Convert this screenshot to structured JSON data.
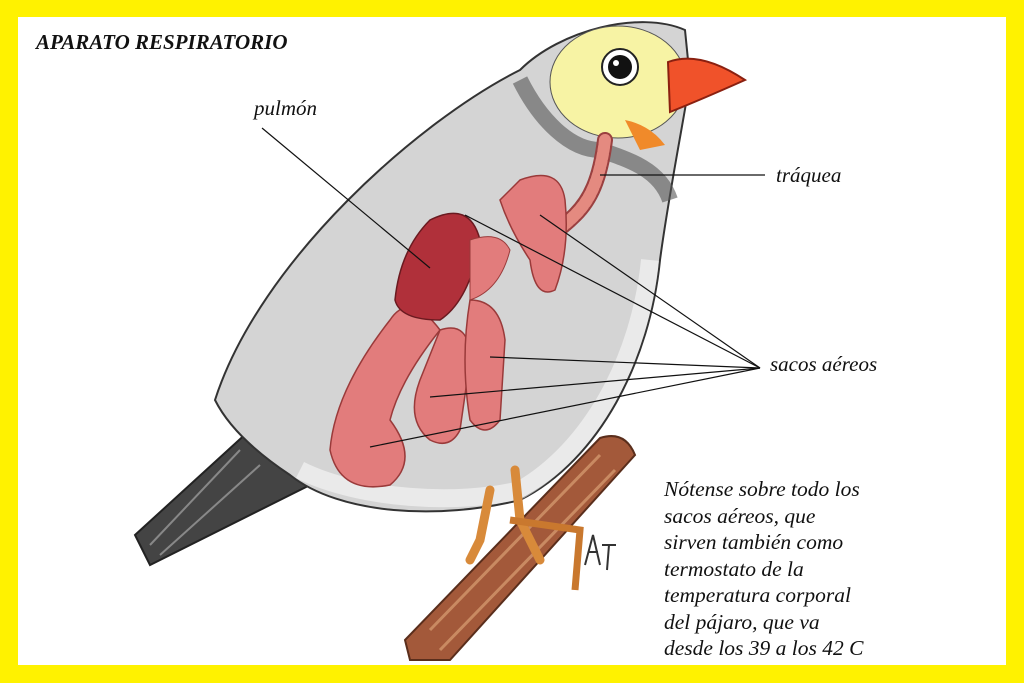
{
  "title": "APARATO RESPIRATORIO",
  "labels": {
    "pulmon": "pulmón",
    "traquea": "tráquea",
    "sacos": "sacos aéreos"
  },
  "note": {
    "lines": [
      "Nótense sobre todo los",
      "sacos aéreos, que",
      "sirven también como",
      "termostato de la",
      "temperatura corporal",
      "del pájaro, que va",
      "desde los 39 a los 42  C"
    ]
  },
  "signature": "AT",
  "colors": {
    "border": "#fff200",
    "body": "#c9c9c9",
    "head": "#f6f2a0",
    "beak": "#f0522a",
    "sacs": "#e0787a",
    "lung": "#b0303a",
    "branch": "#a0583a"
  }
}
